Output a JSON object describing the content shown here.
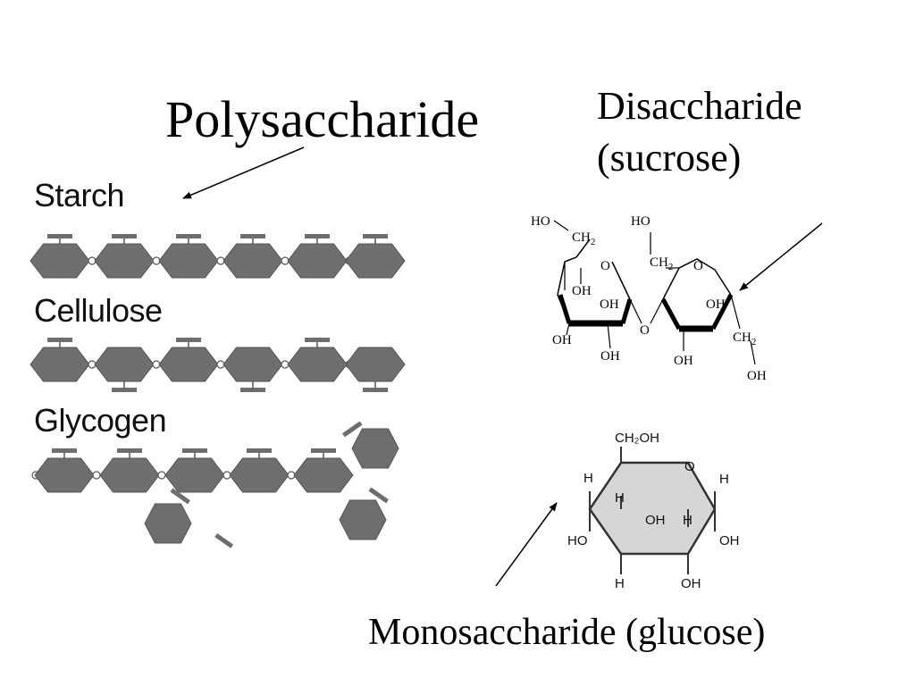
{
  "titles": {
    "polysaccharide": "Polysaccharide",
    "disaccharide_line1": "Disaccharide",
    "disaccharide_line2": "(sucrose)",
    "monosaccharide": "Monosaccharide (glucose)"
  },
  "chains": {
    "starch": "Starch",
    "cellulose": "Cellulose",
    "glycogen": "Glycogen"
  },
  "sucrose": {
    "ho_ch2_left_ho": "HO",
    "ho_ch2_left_ch2": "CH",
    "ring_o_left": "O",
    "oh_1": "OH",
    "oh_2": "OH",
    "oh_3": "OH",
    "oh_4": "OH",
    "bridge_o": "O",
    "ho_top": "HO",
    "ch2_top": "CH",
    "ring_o_right": "O",
    "oh_5": "OH",
    "oh_6": "OH",
    "ch2_right": "CH",
    "oh_7": "OH",
    "sub2": "2"
  },
  "glucose": {
    "ch2oh": "CH₂OH",
    "ring_o": "O",
    "h_top_left": "H",
    "h_mid_left": "H",
    "oh_mid": "OH",
    "h_mid_right": "H",
    "h_right": "H",
    "ho_left": "HO",
    "oh_right": "OH",
    "h_bottom": "H",
    "oh_bottom": "OH"
  },
  "colors": {
    "monomer_fill": "#6e6e6e",
    "glucose_fill": "#d6d6d6"
  }
}
